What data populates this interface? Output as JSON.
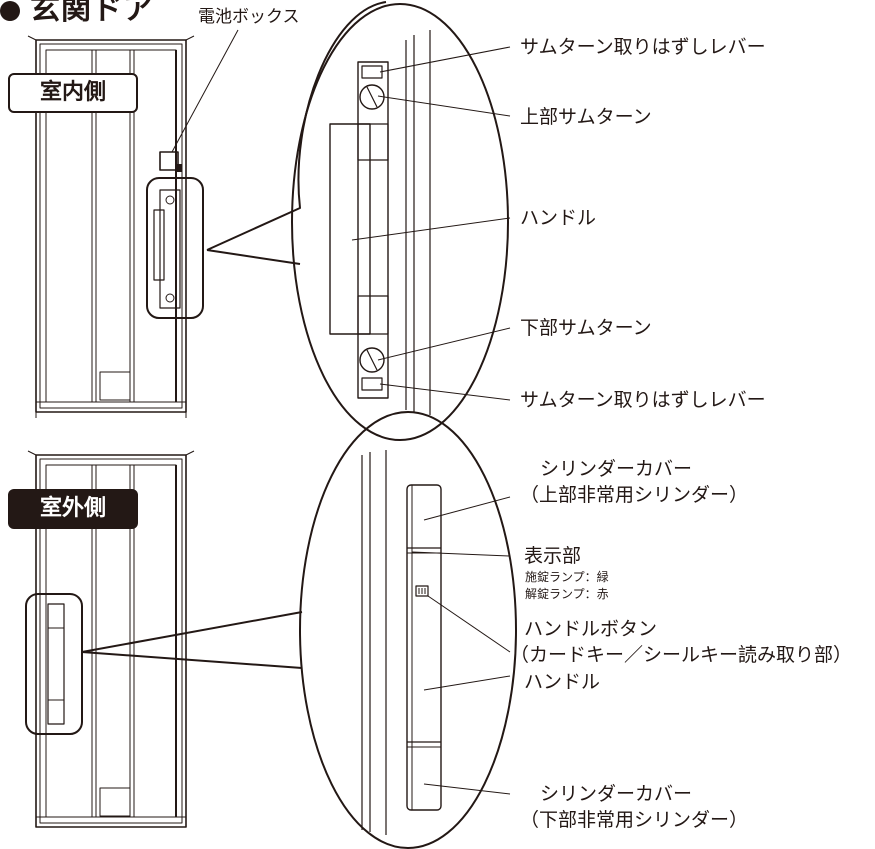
{
  "title": "玄関ドア",
  "sections": {
    "indoor": "室内側",
    "outdoor": "室外側"
  },
  "labels": {
    "battery_box": "電池ボックス",
    "thumbturn_release_upper": "サムターン取りはずしレバー",
    "upper_thumbturn": "上部サムターン",
    "handle_indoor": "ハンドル",
    "lower_thumbturn": "下部サムターン",
    "thumbturn_release_lower": "サムターン取りはずしレバー",
    "cylinder_cover_upper_1": "シリンダーカバー",
    "cylinder_cover_upper_2": "（上部非常用シリンダー）",
    "display": "表示部",
    "lock_lamp": "施錠ランプ：緑",
    "unlock_lamp": "解錠ランプ：赤",
    "handle_button_1": "ハンドルボタン",
    "handle_button_2": "（カードキー／シールキー読み取り部）",
    "handle_outdoor": "ハンドル",
    "cylinder_cover_lower_1": "シリンダーカバー",
    "cylinder_cover_lower_2": "（下部非常用シリンダー）"
  },
  "colors": {
    "ink": "#231815",
    "background": "#ffffff"
  }
}
